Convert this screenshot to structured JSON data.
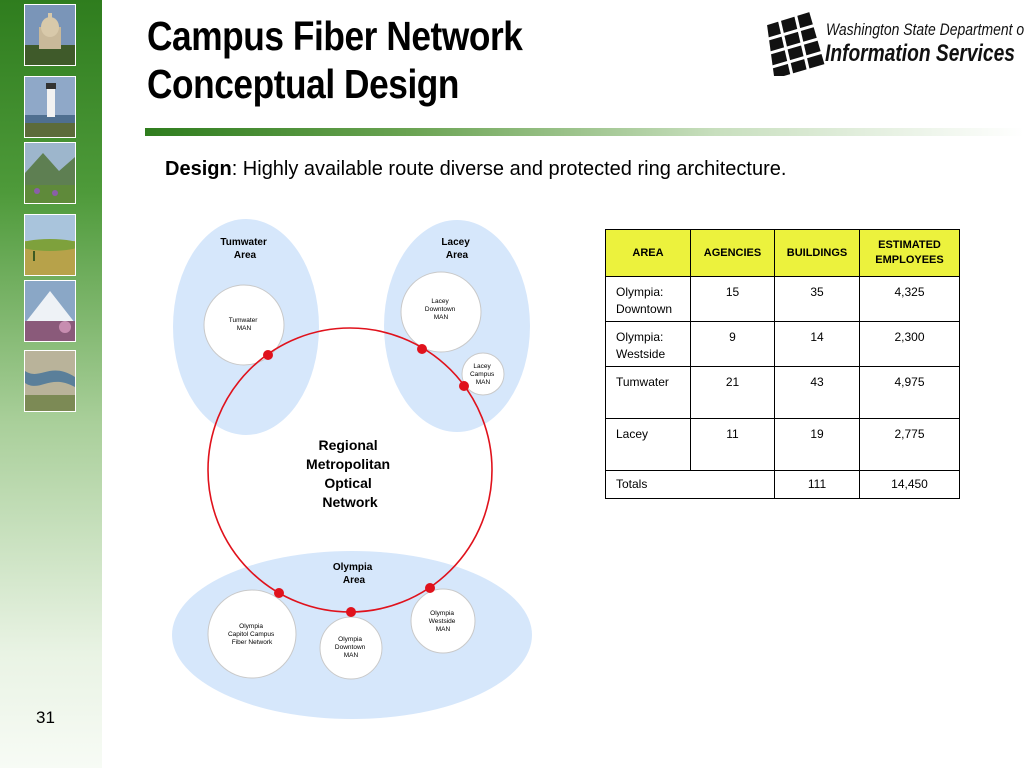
{
  "slide": {
    "title_line1": "Campus Fiber Network",
    "title_line2": "Conceptual Design",
    "number": "31"
  },
  "logo": {
    "line1": "Washington State Department of",
    "line2": "Information Services"
  },
  "design": {
    "label": "Design",
    "text": ":  Highly available route diverse and protected ring architecture."
  },
  "diagram": {
    "areas": [
      {
        "line1": "Tumwater",
        "line2": "Area"
      },
      {
        "line1": "Lacey",
        "line2": "Area"
      },
      {
        "line1": "Olympia",
        "line2": "Area"
      }
    ],
    "ring_label": [
      "Regional",
      "Metropolitan",
      "Optical",
      "Network"
    ],
    "nodes": {
      "tumwater_man": [
        "Tumwater",
        "MAN"
      ],
      "lacey_downtown_man": [
        "Lacey",
        "Downtown",
        "MAN"
      ],
      "lacey_campus_man": [
        "Lacey",
        "Campus",
        "MAN"
      ],
      "olympia_capitol": [
        "Olympia",
        "Capitol Campus",
        "Fiber Network"
      ],
      "olympia_downtown_man": [
        "Olympia",
        "Downtown",
        "MAN"
      ],
      "olympia_westside_man": [
        "Olympia",
        "Westside",
        "MAN"
      ]
    },
    "colors": {
      "area_fill": "#d6e7fb",
      "ring": "#e0121c",
      "node_border": "#c9c9c9"
    }
  },
  "table": {
    "headers": [
      "AREA",
      "AGENCIES",
      "BUILDINGS",
      "ESTIMATED EMPLOYEES"
    ],
    "rows": [
      {
        "area_line1": "Olympia:",
        "area_line2": "Downtown",
        "agencies": "15",
        "buildings": "35",
        "employees": "4,325"
      },
      {
        "area_line1": "Olympia:",
        "area_line2": "Westside",
        "agencies": "9",
        "buildings": "14",
        "employees": "2,300"
      },
      {
        "area_line1": "Tumwater",
        "area_line2": "",
        "agencies": "21",
        "buildings": "43",
        "employees": "4,975"
      },
      {
        "area_line1": "Lacey",
        "area_line2": "",
        "agencies": "11",
        "buildings": "19",
        "employees": "2,775"
      }
    ],
    "totals": {
      "label": "Totals",
      "buildings": "111",
      "employees": "14,450"
    },
    "header_color": "#ecf23d"
  },
  "colors": {
    "sidebar_green": "#2f7d1e"
  }
}
